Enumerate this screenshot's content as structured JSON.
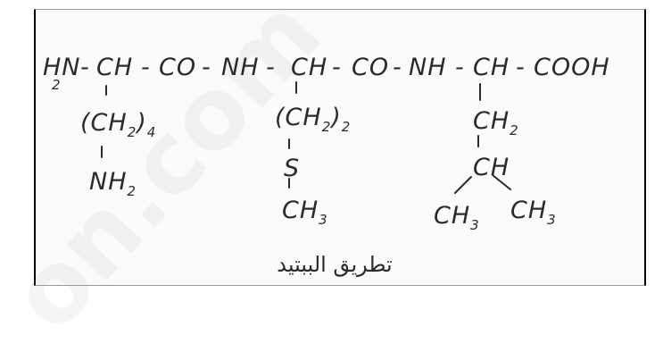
{
  "diagram": {
    "backbone": [
      {
        "key": "n_term",
        "text": "HN"
      },
      {
        "key": "dash1",
        "text": "-"
      },
      {
        "key": "ch1",
        "text": "CH"
      },
      {
        "key": "dash2",
        "text": "-"
      },
      {
        "key": "co1",
        "text": "CO"
      },
      {
        "key": "dash3",
        "text": "-"
      },
      {
        "key": "nh1",
        "text": "NH"
      },
      {
        "key": "dash4",
        "text": "-"
      },
      {
        "key": "ch2",
        "text": "CH"
      },
      {
        "key": "dash5",
        "text": "-"
      },
      {
        "key": "co2",
        "text": "CO"
      },
      {
        "key": "dash6",
        "text": "-"
      },
      {
        "key": "nh2",
        "text": "NH"
      },
      {
        "key": "dash7",
        "text": "-"
      },
      {
        "key": "ch3",
        "text": "CH"
      },
      {
        "key": "dash8",
        "text": "-"
      },
      {
        "key": "cooh",
        "text": "COOH"
      }
    ],
    "n_term_subscript": "2",
    "side_chain_1": {
      "ch2n": "(CH",
      "sub_a": "2",
      "close": ")",
      "sub_b": "4",
      "end": "NH",
      "end_sub": "2"
    },
    "side_chain_2": {
      "ch2n": "(CH",
      "sub_a": "2",
      "close": ")",
      "sub_b": "2",
      "s": "S",
      "end": "CH",
      "end_sub": "3"
    },
    "side_chain_3": {
      "ch2": "CH",
      "ch2_sub": "2",
      "ch": "CH",
      "left": "CH",
      "left_sub": "3",
      "right": "CH",
      "right_sub": "3"
    },
    "caption": "تطريق الببتيد"
  },
  "watermark": "on.com",
  "colors": {
    "ink": "#2b2b2b",
    "panel": "#fbfbf9",
    "border": "#000000"
  }
}
